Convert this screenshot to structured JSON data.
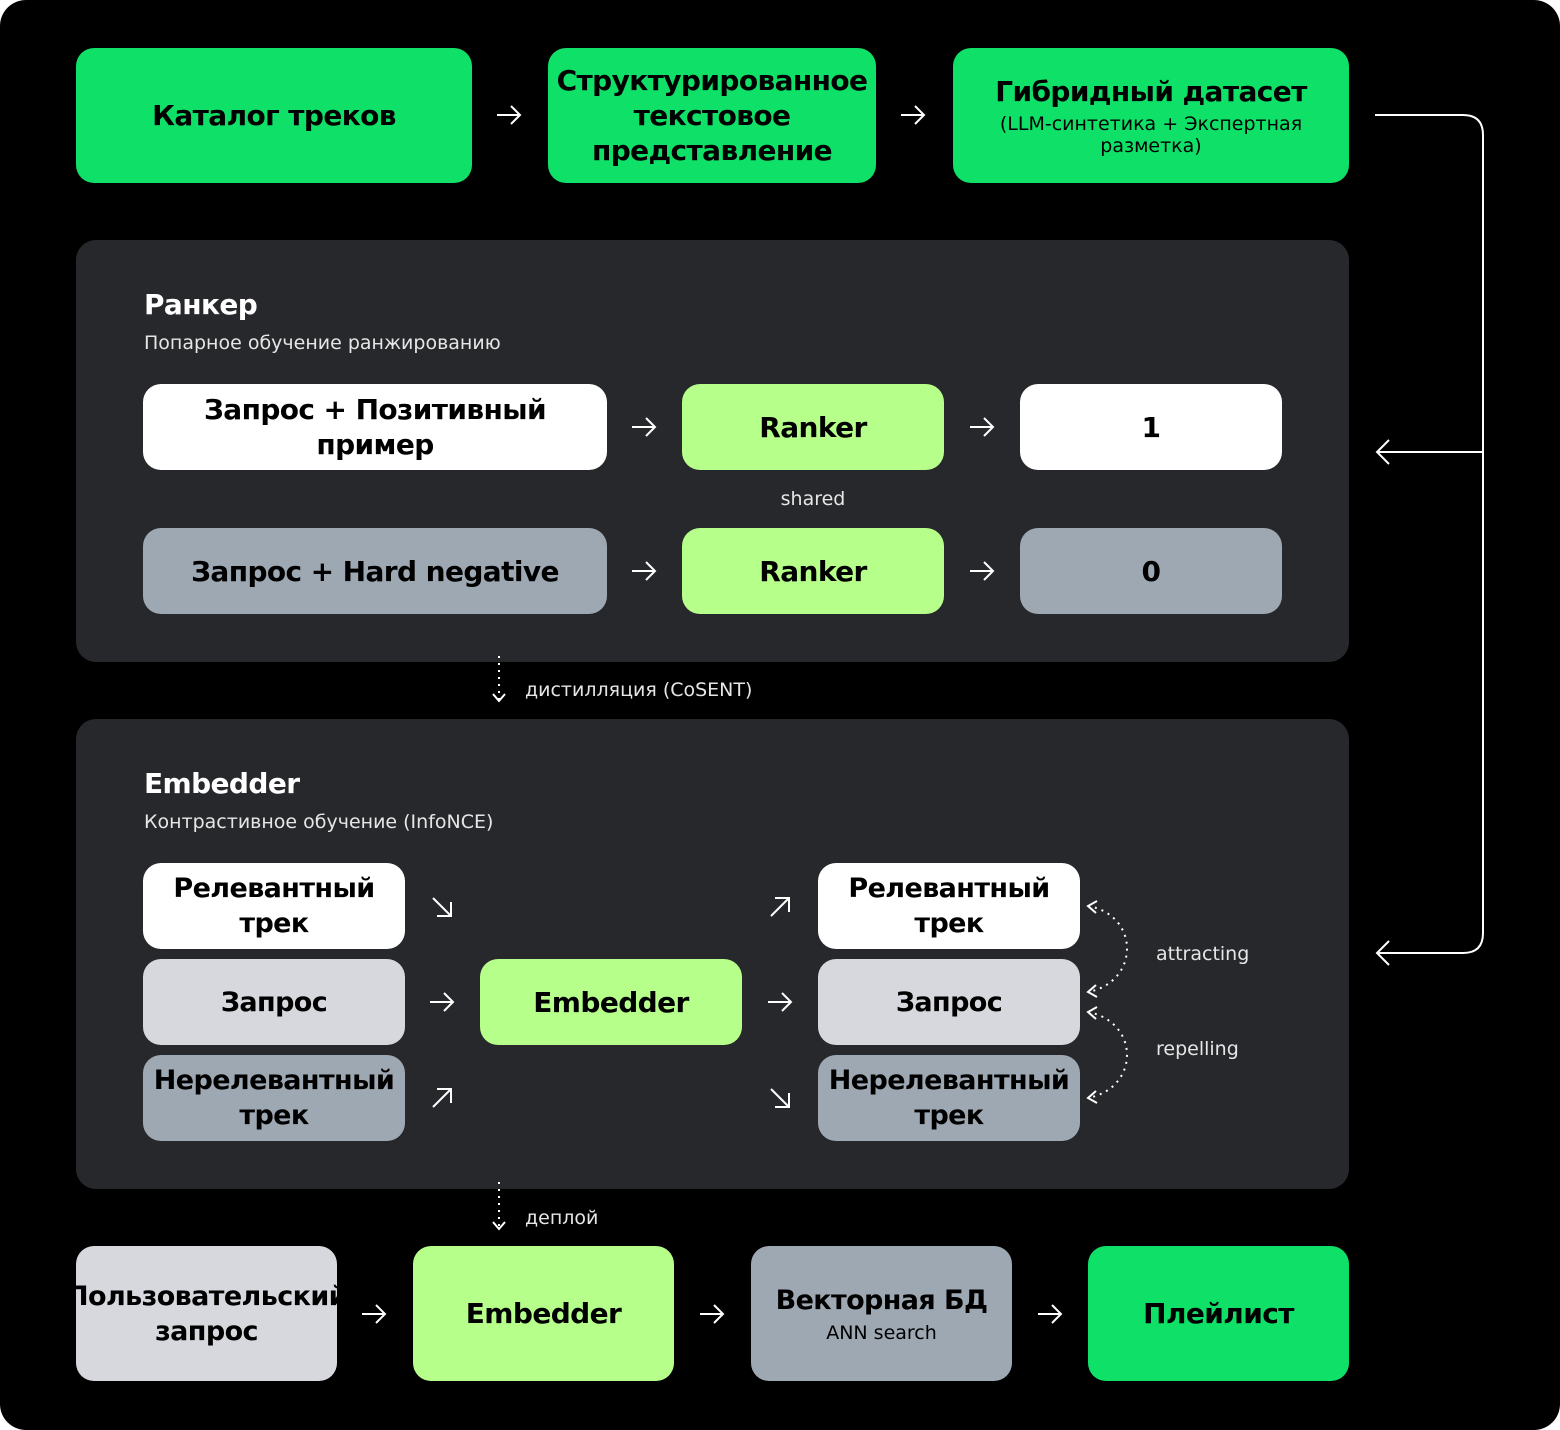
{
  "colors": {
    "background": "#000000",
    "panel": "#27282b",
    "green": "#0ee068",
    "lime": "#b6ff8a",
    "white": "#ffffff",
    "light_gray": "#d6d8de",
    "gray": "#9da8b3"
  },
  "top_row": {
    "catalog": "Каталог треков",
    "structured": "Структурированное\nтекстовое\nпредставление",
    "hybrid_title": "Гибридный датасет",
    "hybrid_sub": "(LLM-синтетика + Экспертная\nразметка)"
  },
  "ranker": {
    "title": "Ранкер",
    "subtitle": "Попарное обучение ранжированию",
    "positive_input": "Запрос + Позитивный пример",
    "negative_input": "Запрос + Hard negative",
    "model": "Ranker",
    "shared": "shared",
    "positive_score": "1",
    "negative_score": "0"
  },
  "distill_label": "дистилляция (CoSENT)",
  "embedder": {
    "title": "Embedder",
    "subtitle": "Контрастивное обучение (InfoNCE)",
    "relevant": "Релевантный\nтрек",
    "query": "Запрос",
    "irrelevant": "Нерелевантный\nтрек",
    "model": "Embedder",
    "attracting": "attracting",
    "repelling": "repelling"
  },
  "deploy_label": "деплой",
  "bottom_row": {
    "user_query": "Пользовательский\nзапрос",
    "embedder": "Embedder",
    "vector_db": "Векторная БД",
    "vector_db_sub": "ANN search",
    "playlist": "Плейлист"
  },
  "icons": [
    "arrow-right-icon",
    "arrow-down-right-icon",
    "arrow-up-right-icon",
    "dotted-arrow-down-icon",
    "feedback-connector",
    "dotted-curve-arrow-icon"
  ]
}
